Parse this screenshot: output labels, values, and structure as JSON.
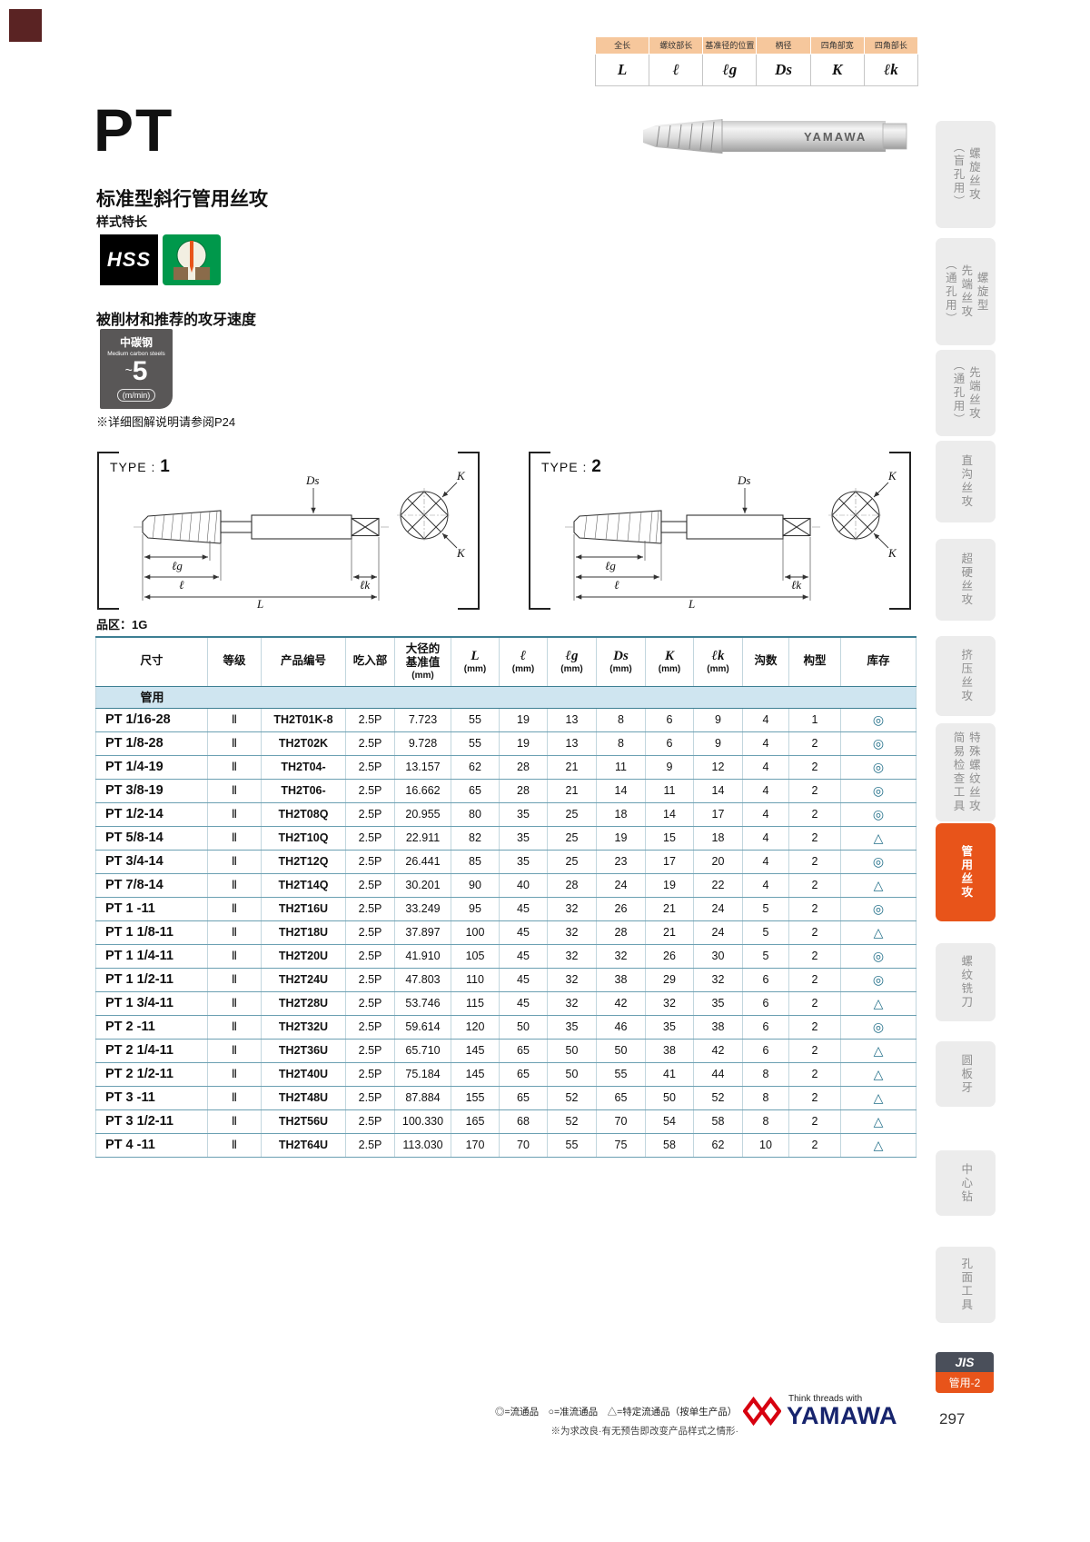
{
  "meta": {
    "page_number": "297"
  },
  "colors": {
    "accent": "#e8541a",
    "legend_header": "#f6c79c",
    "table_line": "#3d7f93",
    "group_row_bg": "#cfe5f0",
    "stock_symbol": "#23708a",
    "corner_block": "#5a2323",
    "brand_navy": "#17246d",
    "brand_red": "#d7000f"
  },
  "dim_legend": {
    "columns": [
      {
        "name": "全长",
        "symbol": "L"
      },
      {
        "name": "螺纹部长",
        "symbol": "ℓ"
      },
      {
        "name": "基准径的位置",
        "symbol": "ℓg"
      },
      {
        "name": "柄径",
        "symbol": "Ds"
      },
      {
        "name": "四角部宽",
        "symbol": "K"
      },
      {
        "name": "四角部长",
        "symbol": "ℓk"
      }
    ]
  },
  "header": {
    "series": "PT",
    "series_desc": "标准型斜行管用丝攻",
    "style_note": "样式特长",
    "material_badge": "HSS",
    "tool_brand": "YAMAWA"
  },
  "cutting": {
    "heading": "被削材和推荐的攻牙速度",
    "material_cn": "中碳钢",
    "material_en": "Medium carbon steels",
    "approx": "~",
    "speed": "5",
    "unit": "(m/min)",
    "ref_note": "※详细图解说明请参阅P24"
  },
  "diagram": {
    "type_prefix": "TYPE : ",
    "types": [
      "1",
      "2"
    ],
    "labels": {
      "ds": "Ds",
      "k": "K",
      "lg": "ℓg",
      "l": "ℓ",
      "big_l": "L",
      "lk": "ℓk"
    }
  },
  "table": {
    "zone": "品区：1G",
    "group": "管用",
    "headers": [
      {
        "lines": [
          "尺寸"
        ]
      },
      {
        "lines": [
          "等级"
        ]
      },
      {
        "lines": [
          "产品编号"
        ]
      },
      {
        "lines": [
          "吃入部"
        ]
      },
      {
        "lines": [
          "大径的",
          "基准值",
          "(mm)"
        ]
      },
      {
        "lines": [
          "L",
          "(mm)"
        ],
        "sym": true
      },
      {
        "lines": [
          "ℓ",
          "(mm)"
        ],
        "sym": true
      },
      {
        "lines": [
          "ℓg",
          "(mm)"
        ],
        "sym": true
      },
      {
        "lines": [
          "Ds",
          "(mm)"
        ],
        "sym": true
      },
      {
        "lines": [
          "K",
          "(mm)"
        ],
        "sym": true
      },
      {
        "lines": [
          "ℓk",
          "(mm)"
        ],
        "sym": true
      },
      {
        "lines": [
          "沟数"
        ]
      },
      {
        "lines": [
          "构型"
        ]
      },
      {
        "lines": [
          "库存"
        ]
      }
    ],
    "rows": [
      [
        "PT 1/16-28",
        "Ⅱ",
        "TH2T01K-8",
        "2.5P",
        "7.723",
        "55",
        "19",
        "13",
        "8",
        "6",
        "9",
        "4",
        "1",
        "◎"
      ],
      [
        "PT 1/8-28",
        "Ⅱ",
        "TH2T02K",
        "2.5P",
        "9.728",
        "55",
        "19",
        "13",
        "8",
        "6",
        "9",
        "4",
        "2",
        "◎"
      ],
      [
        "PT 1/4-19",
        "Ⅱ",
        "TH2T04-",
        "2.5P",
        "13.157",
        "62",
        "28",
        "21",
        "11",
        "9",
        "12",
        "4",
        "2",
        "◎"
      ],
      [
        "PT 3/8-19",
        "Ⅱ",
        "TH2T06-",
        "2.5P",
        "16.662",
        "65",
        "28",
        "21",
        "14",
        "11",
        "14",
        "4",
        "2",
        "◎"
      ],
      [
        "PT 1/2-14",
        "Ⅱ",
        "TH2T08Q",
        "2.5P",
        "20.955",
        "80",
        "35",
        "25",
        "18",
        "14",
        "17",
        "4",
        "2",
        "◎"
      ],
      [
        "PT 5/8-14",
        "Ⅱ",
        "TH2T10Q",
        "2.5P",
        "22.911",
        "82",
        "35",
        "25",
        "19",
        "15",
        "18",
        "4",
        "2",
        "△"
      ],
      [
        "PT 3/4-14",
        "Ⅱ",
        "TH2T12Q",
        "2.5P",
        "26.441",
        "85",
        "35",
        "25",
        "23",
        "17",
        "20",
        "4",
        "2",
        "◎"
      ],
      [
        "PT 7/8-14",
        "Ⅱ",
        "TH2T14Q",
        "2.5P",
        "30.201",
        "90",
        "40",
        "28",
        "24",
        "19",
        "22",
        "4",
        "2",
        "△"
      ],
      [
        "PT 1 -11",
        "Ⅱ",
        "TH2T16U",
        "2.5P",
        "33.249",
        "95",
        "45",
        "32",
        "26",
        "21",
        "24",
        "5",
        "2",
        "◎"
      ],
      [
        "PT 1 1/8-11",
        "Ⅱ",
        "TH2T18U",
        "2.5P",
        "37.897",
        "100",
        "45",
        "32",
        "28",
        "21",
        "24",
        "5",
        "2",
        "△"
      ],
      [
        "PT 1 1/4-11",
        "Ⅱ",
        "TH2T20U",
        "2.5P",
        "41.910",
        "105",
        "45",
        "32",
        "32",
        "26",
        "30",
        "5",
        "2",
        "◎"
      ],
      [
        "PT 1 1/2-11",
        "Ⅱ",
        "TH2T24U",
        "2.5P",
        "47.803",
        "110",
        "45",
        "32",
        "38",
        "29",
        "32",
        "6",
        "2",
        "◎"
      ],
      [
        "PT 1 3/4-11",
        "Ⅱ",
        "TH2T28U",
        "2.5P",
        "53.746",
        "115",
        "45",
        "32",
        "42",
        "32",
        "35",
        "6",
        "2",
        "△"
      ],
      [
        "PT 2 -11",
        "Ⅱ",
        "TH2T32U",
        "2.5P",
        "59.614",
        "120",
        "50",
        "35",
        "46",
        "35",
        "38",
        "6",
        "2",
        "◎"
      ],
      [
        "PT 2 1/4-11",
        "Ⅱ",
        "TH2T36U",
        "2.5P",
        "65.710",
        "145",
        "65",
        "50",
        "50",
        "38",
        "42",
        "6",
        "2",
        "△"
      ],
      [
        "PT 2 1/2-11",
        "Ⅱ",
        "TH2T40U",
        "2.5P",
        "75.184",
        "145",
        "65",
        "50",
        "55",
        "41",
        "44",
        "8",
        "2",
        "△"
      ],
      [
        "PT 3 -11",
        "Ⅱ",
        "TH2T48U",
        "2.5P",
        "87.884",
        "155",
        "65",
        "52",
        "65",
        "50",
        "52",
        "8",
        "2",
        "△"
      ],
      [
        "PT 3 1/2-11",
        "Ⅱ",
        "TH2T56U",
        "2.5P",
        "100.330",
        "165",
        "68",
        "52",
        "70",
        "54",
        "58",
        "8",
        "2",
        "△"
      ],
      [
        "PT 4 -11",
        "Ⅱ",
        "TH2T64U",
        "2.5P",
        "113.030",
        "170",
        "70",
        "55",
        "75",
        "58",
        "62",
        "10",
        "2",
        "△"
      ]
    ]
  },
  "sidebar": {
    "items": [
      {
        "lines": [
          "螺旋丝攻",
          "（盲孔用）"
        ],
        "active": false
      },
      {
        "lines": [
          "螺旋型",
          "先端丝攻",
          "（通孔用）"
        ],
        "active": false
      },
      {
        "lines": [
          "先端丝攻",
          "（通孔用）"
        ],
        "active": false
      },
      {
        "lines": [
          "直沟丝攻"
        ],
        "active": false
      },
      {
        "lines": [
          "超硬丝攻"
        ],
        "active": false
      },
      {
        "lines": [
          "挤压丝攻"
        ],
        "active": false
      },
      {
        "lines": [
          "特殊螺纹丝攻",
          "简易检查工具"
        ],
        "active": false
      },
      {
        "lines": [
          "管用丝攻"
        ],
        "active": true
      },
      {
        "lines": [
          "螺纹铣刀"
        ],
        "active": false
      },
      {
        "lines": [
          "圆板牙"
        ],
        "active": false
      },
      {
        "lines": [
          "中心钻"
        ],
        "active": false
      },
      {
        "lines": [
          "孔面工具"
        ],
        "active": false
      }
    ],
    "jis": {
      "top": "JIS",
      "bottom": "管用-2"
    }
  },
  "footer": {
    "legend": "◎=流通品　○=准流通品　△=特定流通品（按单生产品）",
    "note": "※为求改良·有无预告即改变产品样式之情形·",
    "brand_tagline": "Think threads with",
    "brand": "YAMAWA"
  }
}
